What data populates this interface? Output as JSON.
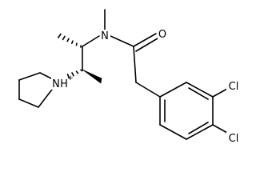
{
  "molecule": {
    "atoms": {
      "amide_n": "N",
      "carbonyl_o": "O",
      "pyrrolidinium_n": "N",
      "pyrrolidinium_h": "H",
      "pyrrolidinium_charge": "+",
      "cl_meta": "Cl",
      "cl_para": "Cl"
    }
  }
}
